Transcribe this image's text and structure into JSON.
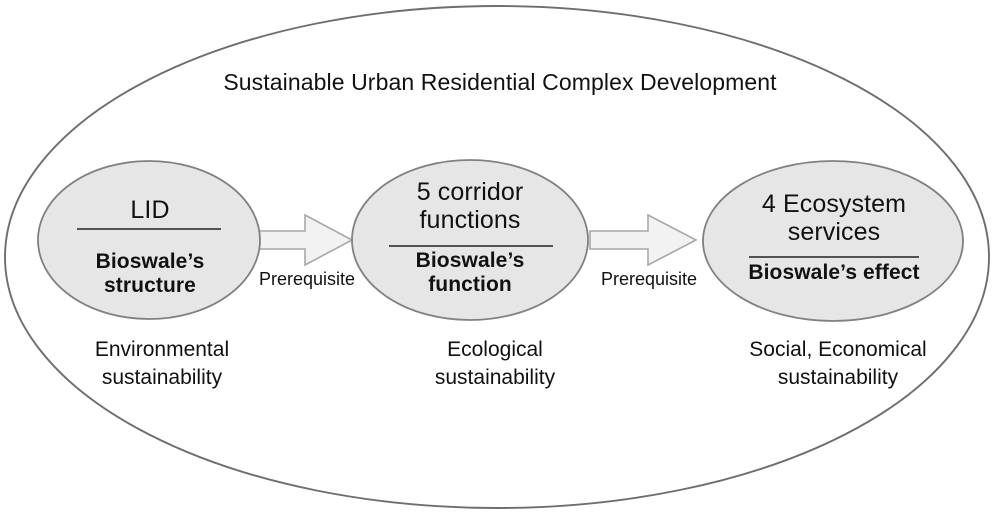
{
  "diagram": {
    "title": "Sustainable Urban Residential Complex Development",
    "container_shape": "outer-ellipse",
    "colors": {
      "node_fill": "#e6e6e6",
      "node_stroke": "#7f7f7f",
      "outer_stroke": "#6e6e6e",
      "arrow_fill": "#f2f2f2",
      "arrow_stroke": "#a6a6a6",
      "text": "#111111",
      "background": "#ffffff"
    },
    "nodes": [
      {
        "id": "node-lid",
        "top_label": "LID",
        "bottom_label": "Bioswale’s\nstructure",
        "caption": "Environmental\nsustainability"
      },
      {
        "id": "node-corridor-functions",
        "top_label": "5 corridor\nfunctions",
        "bottom_label": "Bioswale’s\nfunction",
        "caption": "Ecological\nsustainability"
      },
      {
        "id": "node-ecosystem-services",
        "top_label": "4 Ecosystem\nservices",
        "bottom_label": "Bioswale’s effect",
        "caption": "Social, Economical\nsustainability"
      }
    ],
    "connectors": [
      {
        "id": "arrow-1",
        "label": "Prerequisite",
        "from": "node-lid",
        "to": "node-corridor-functions"
      },
      {
        "id": "arrow-2",
        "label": "Prerequisite",
        "from": "node-corridor-functions",
        "to": "node-ecosystem-services"
      }
    ]
  }
}
